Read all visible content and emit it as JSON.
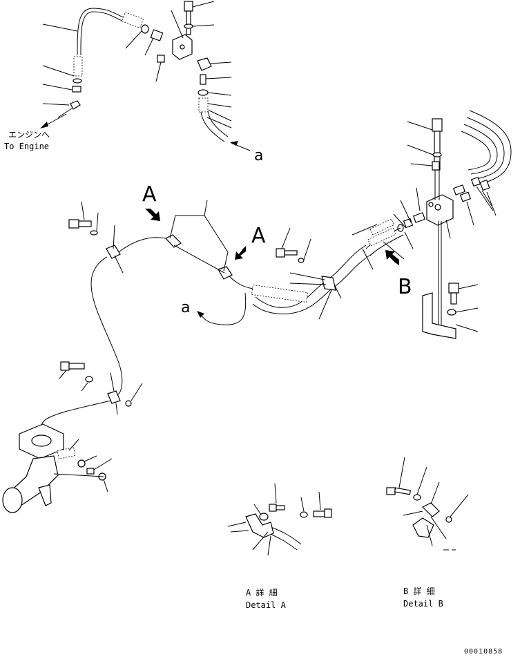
{
  "labels": {
    "engine_jp": "エンジンへ",
    "engine_en": "To Engine",
    "view_a_top": "A",
    "view_a_right": "A",
    "view_b": "B",
    "ref_a_top": "a",
    "ref_a_mid": "a",
    "detail_a_jp": "A 詳 細",
    "detail_a_en": "Detail A",
    "detail_b_jp": "B 詳 細",
    "detail_b_en": "Detail B",
    "drawing_no": "00010858"
  },
  "colors": {
    "line": "#000000",
    "background": "#ffffff"
  },
  "icons": {
    "view_arrow_a_top": "arrow-down-right-icon",
    "view_arrow_a_right": "arrow-down-left-icon",
    "view_arrow_b": "arrow-up-left-icon"
  }
}
